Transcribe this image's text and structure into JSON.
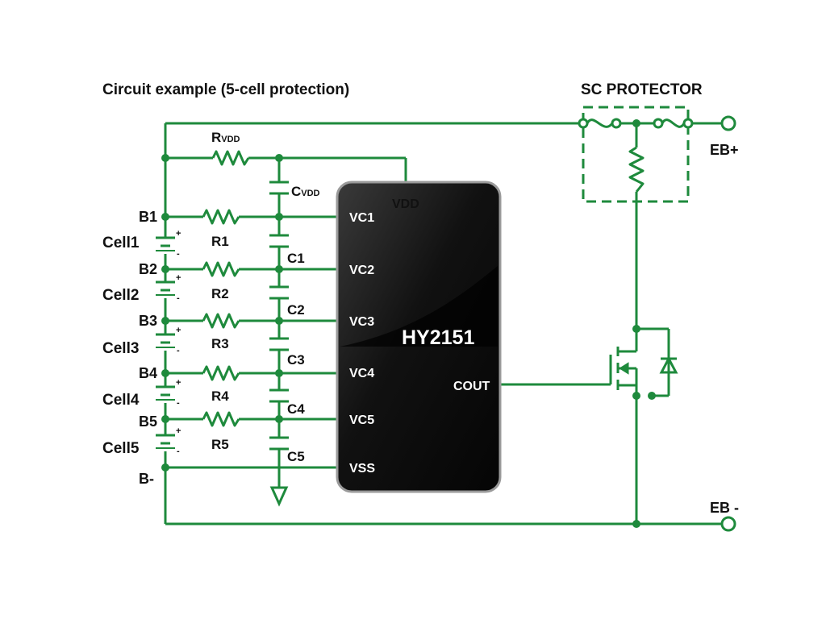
{
  "title": "Circuit example (5-cell protection)",
  "sc_protector_label": "SC PROTECTOR",
  "terminals": {
    "eb_plus": "EB+",
    "eb_minus": "EB -"
  },
  "chip": {
    "name": "HY2151",
    "pins": {
      "vdd": "VDD",
      "vc1": "VC1",
      "vc2": "VC2",
      "vc3": "VC3",
      "vc4": "VC4",
      "vc5": "VC5",
      "vss": "VSS",
      "cout": "COUT"
    }
  },
  "rvdd": {
    "main": "R",
    "sub": "VDD"
  },
  "cvdd": {
    "main": "C",
    "sub": "VDD"
  },
  "nodes": [
    "B1",
    "B2",
    "B3",
    "B4",
    "B5",
    "B-"
  ],
  "cells": [
    "Cell1",
    "Cell2",
    "Cell3",
    "Cell4",
    "Cell5"
  ],
  "resistors": [
    "R1",
    "R2",
    "R3",
    "R4",
    "R5"
  ],
  "capacitors": [
    "C1",
    "C2",
    "C3",
    "C4",
    "C5"
  ],
  "colors": {
    "wire": "#1e8a3c",
    "chip_body": "#111111",
    "chip_edge": "#9a9a9a",
    "text": "#111111"
  }
}
